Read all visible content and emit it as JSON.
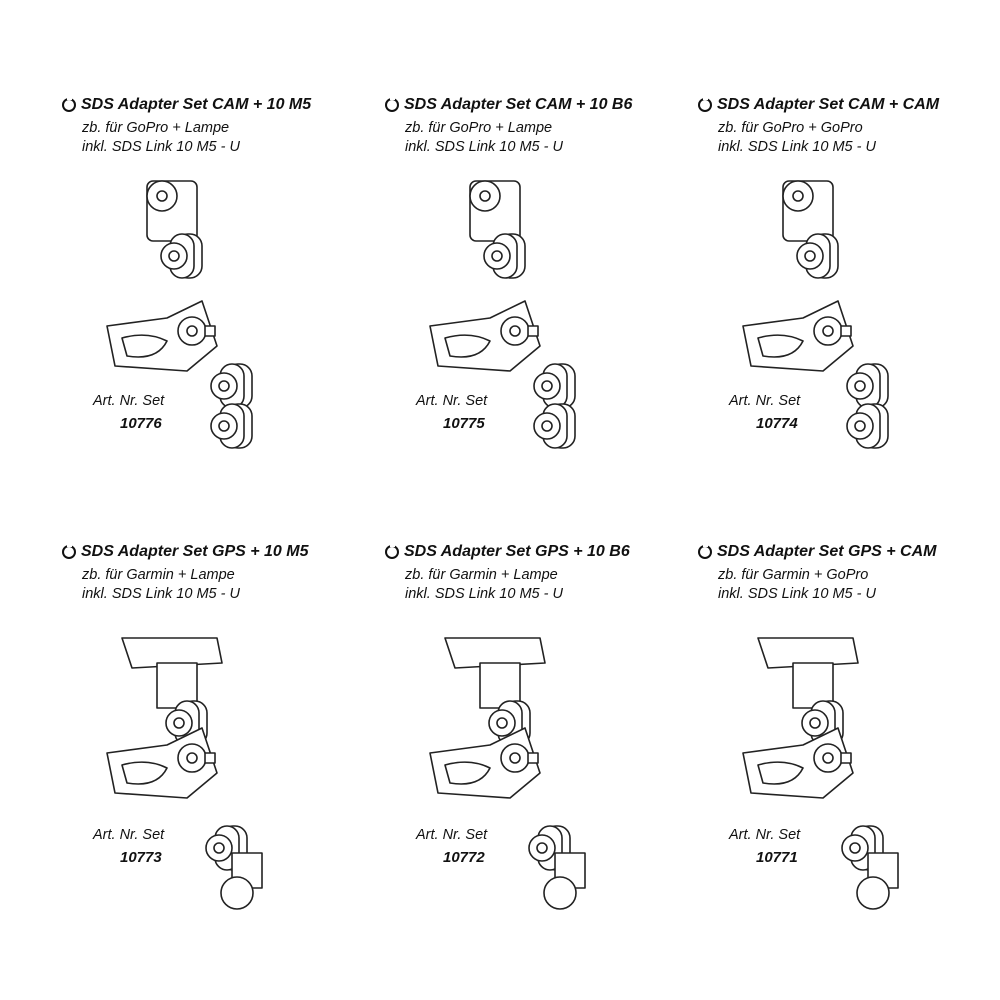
{
  "sets": [
    {
      "title": "SDS Adapter Set CAM + 10 M5",
      "line1": "zb. für GoPro + Lampe",
      "line2": "inkl. SDS Link 10 M5 - U",
      "art_label": "Art. Nr. Set",
      "art_nr": "10776",
      "type": "cam"
    },
    {
      "title": "SDS Adapter Set CAM + 10 B6",
      "line1": "zb. für GoPro + Lampe",
      "line2": "inkl. SDS Link 10 M5 - U",
      "art_label": "Art. Nr. Set",
      "art_nr": "10775",
      "type": "cam"
    },
    {
      "title": "SDS Adapter Set CAM + CAM",
      "line1": "zb. für GoPro + GoPro",
      "line2": "inkl. SDS Link 10 M5 - U",
      "art_label": "Art. Nr. Set",
      "art_nr": "10774",
      "type": "cam"
    },
    {
      "title": "SDS Adapter Set GPS + 10 M5",
      "line1": "zb. für Garmin + Lampe",
      "line2": "inkl. SDS Link 10 M5 - U",
      "art_label": "Art. Nr. Set",
      "art_nr": "10773",
      "type": "gps"
    },
    {
      "title": "SDS Adapter Set GPS + 10 B6",
      "line1": "zb. für Garmin + Lampe",
      "line2": "inkl. SDS Link 10 M5 - U",
      "art_label": "Art. Nr. Set",
      "art_nr": "10772",
      "type": "gps"
    },
    {
      "title": "SDS Adapter Set GPS + CAM",
      "line1": "zb. für Garmin + GoPro",
      "line2": "inkl. SDS Link 10 M5 - U",
      "art_label": "Art. Nr. Set",
      "art_nr": "10771",
      "type": "gps"
    }
  ]
}
